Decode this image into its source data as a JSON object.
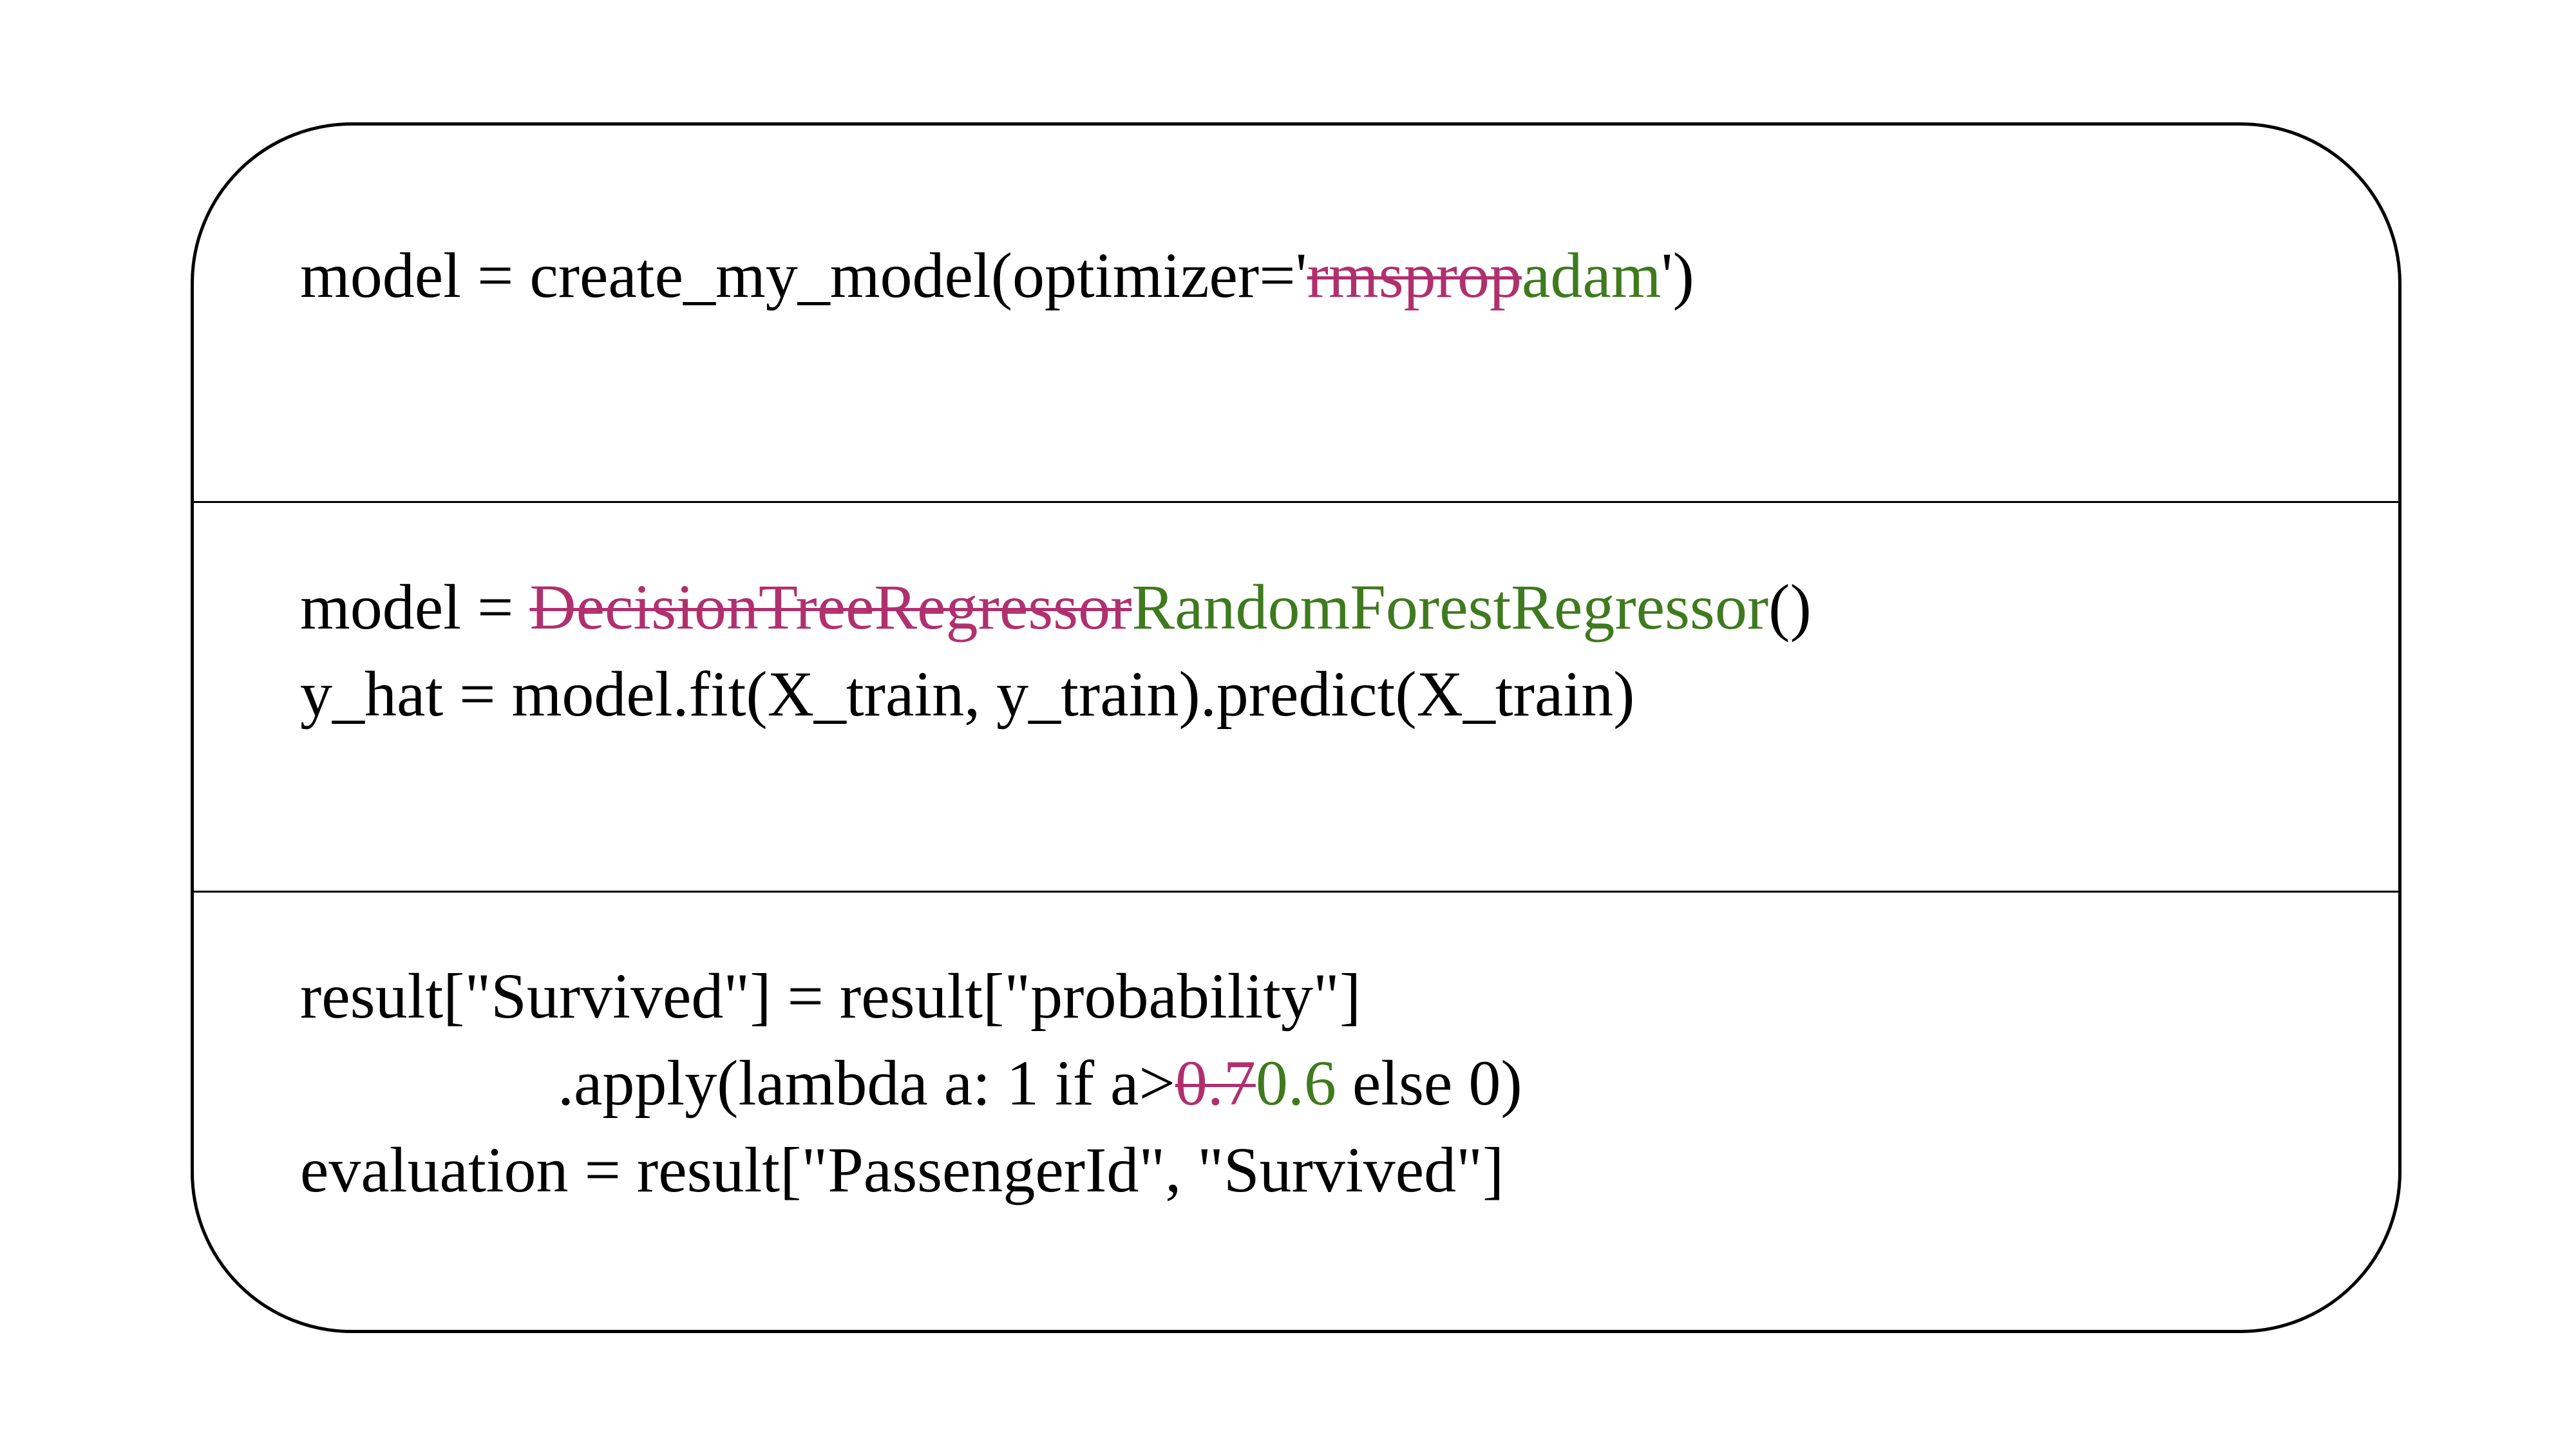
{
  "colors": {
    "deleted": "#b0306e",
    "inserted": "#3f7a1f",
    "text": "#000000",
    "border": "#000000"
  },
  "sections": [
    {
      "lines": [
        {
          "pre": "model = create_my_model(optimizer='",
          "del": "rmsprop",
          "ins": "adam",
          "post": "')"
        }
      ]
    },
    {
      "lines": [
        {
          "pre": "model = ",
          "del": "DecisionTreeRegressor",
          "ins": "RandomForestRegressor",
          "post": "()"
        },
        {
          "text": "y_hat = model.fit(X_train, y_train).predict(X_train)"
        }
      ]
    },
    {
      "lines": [
        {
          "text": "result[\"Survived\"] = result[\"probability\"]"
        },
        {
          "pre": "                .apply(lambda a: 1 if a>",
          "del": "0.7",
          "ins": "0.6",
          "post": " else 0)"
        },
        {
          "text": "evaluation = result[\"PassengerId\", \"Survived\"]"
        }
      ]
    }
  ]
}
